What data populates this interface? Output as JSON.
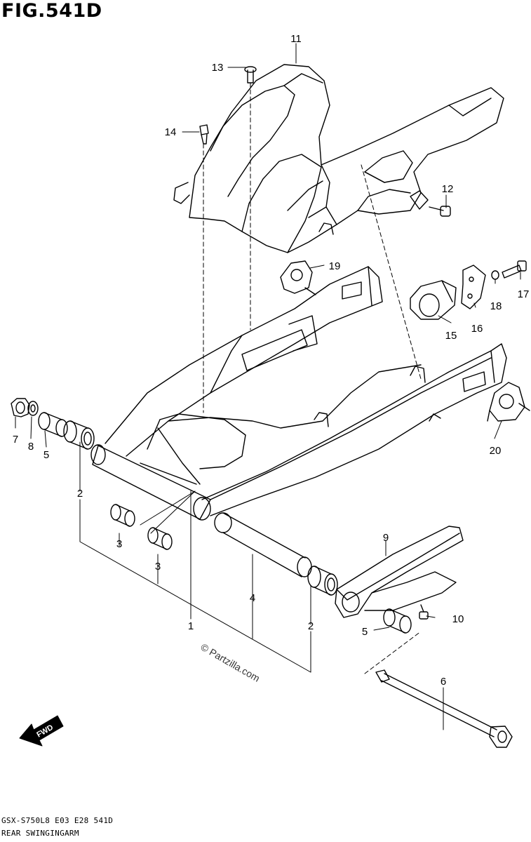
{
  "figure": {
    "title": "FIG.541D",
    "model_code": "GSX-S750L8  E03  E28  541D",
    "name": "REAR SWINGINGARM"
  },
  "watermark": "© Partzilla.com",
  "fwd_label": "FWD",
  "callouts": [
    "1",
    "2",
    "2",
    "3",
    "3",
    "4",
    "5",
    "5",
    "6",
    "7",
    "8",
    "9",
    "10",
    "11",
    "12",
    "13",
    "14",
    "15",
    "16",
    "17",
    "18",
    "19",
    "20"
  ]
}
